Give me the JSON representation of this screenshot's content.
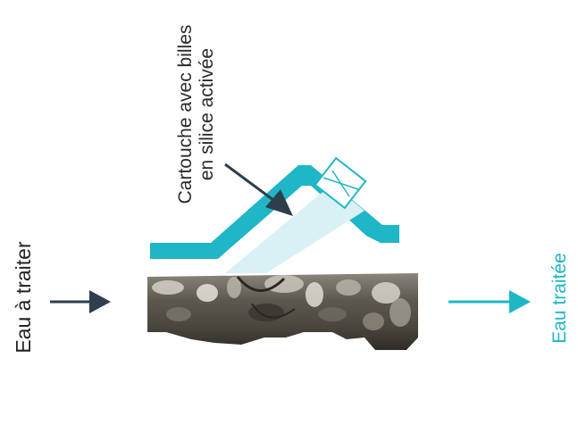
{
  "labels": {
    "inlet": "Eau à traiter",
    "outlet": "Eau traitée",
    "cartridge_line1": "Cartouche avec billes",
    "cartridge_line2": "en silice activée"
  },
  "colors": {
    "teal": "#1fb6c7",
    "cartridge": "#d8f1f4",
    "pipe_dark": "#4d4a44",
    "pipe_mid": "#8a857b",
    "pipe_light": "#cfcbc1",
    "arrow_dark": "#2d3e4c",
    "text_dark": "#222222"
  }
}
